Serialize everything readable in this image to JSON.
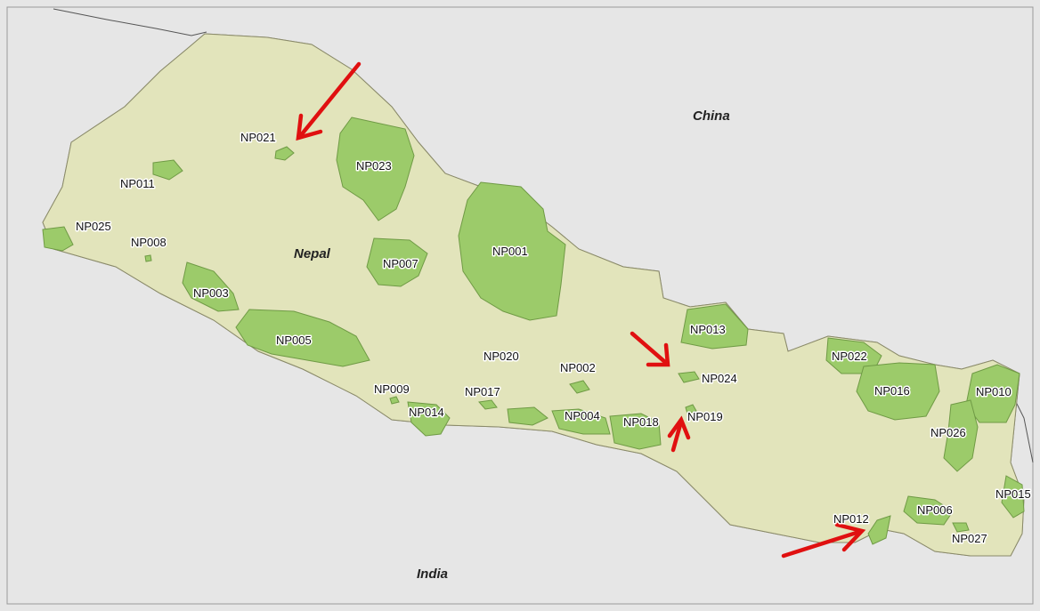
{
  "map": {
    "countries": {
      "china": "China",
      "nepal": "Nepal",
      "india": "India"
    },
    "areas": [
      "NP001",
      "NP002",
      "NP003",
      "NP004",
      "NP005",
      "NP006",
      "NP007",
      "NP008",
      "NP009",
      "NP010",
      "NP011",
      "NP012",
      "NP013",
      "NP014",
      "NP015",
      "NP016",
      "NP017",
      "NP018",
      "NP019",
      "NP020",
      "NP021",
      "NP022",
      "NP023",
      "NP024",
      "NP025",
      "NP026",
      "NP027"
    ],
    "colors": {
      "background": "#e6e6e6",
      "nepal": "#e2e4bb",
      "protected_area": "#9ccb6a",
      "arrow": "#e01010"
    }
  }
}
